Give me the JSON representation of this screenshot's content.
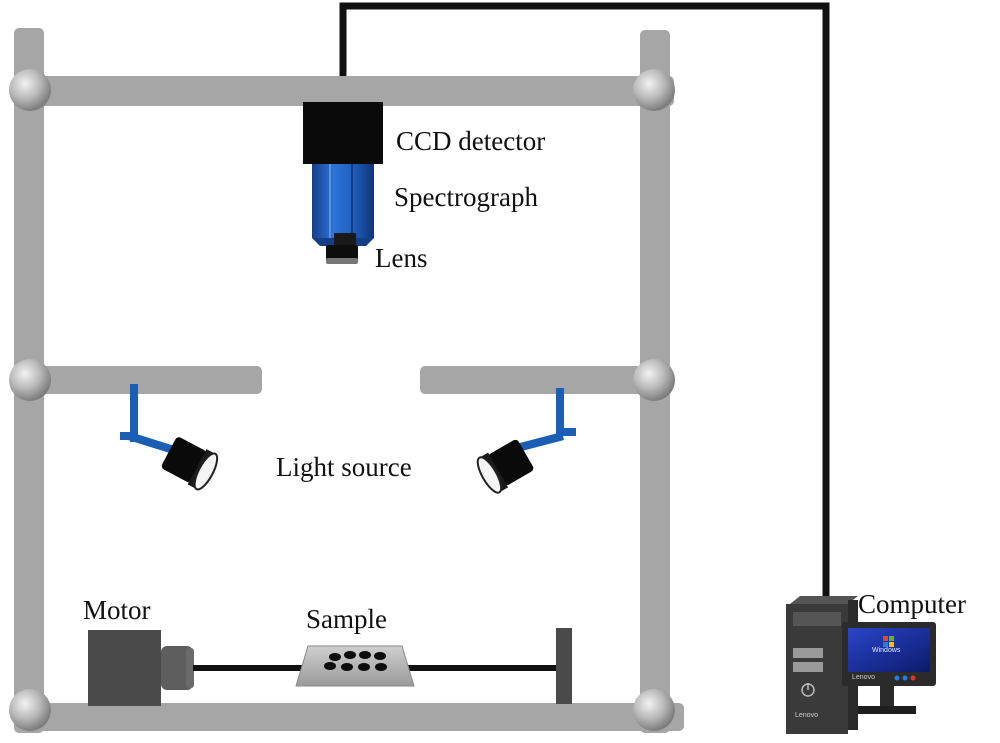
{
  "labels": {
    "ccd": "CCD detector",
    "spectrograph": "Spectrograph",
    "lens": "Lens",
    "light_source": "Light source",
    "motor": "Motor",
    "sample": "Sample",
    "computer": "Computer"
  },
  "computer_screen": {
    "os_logo_text": "Windows",
    "brand": "Lenovo"
  },
  "computer_tower": {
    "brand": "Lenovo"
  },
  "colors": {
    "frame": "#a6a6a6",
    "joint": "#b8b8b8",
    "spectrograph": "#1f5fbf",
    "detector": "#0a0a0a",
    "bracket": "#1b5fb4",
    "cable": "#111111",
    "monitor_screen": "#1b2f9e"
  }
}
